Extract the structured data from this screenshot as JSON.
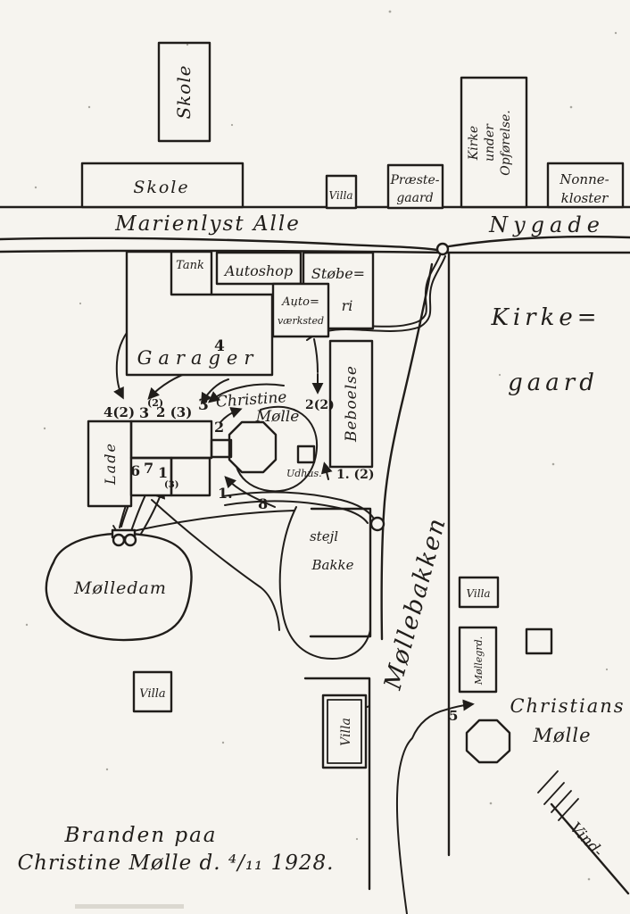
{
  "figure": {
    "caption_line1": "Branden paa",
    "caption_line2": "Christine Mølle d. ⁴/₁₁ 1928."
  },
  "streets": {
    "marienlyst": "Marienlyst  Alle",
    "nygade": "Nygade",
    "moellebakken": "Møllebakken"
  },
  "areas": {
    "kirkegaard_line1": "Kirke=",
    "kirkegaard_line2": "gaard",
    "moelledam": "Mølledam",
    "stejl_line1": "stejl",
    "stejl_line2": "Bakke"
  },
  "buildings": {
    "skole_nord": "Skole",
    "skole": "Skole",
    "villa_marienlyst": "Villa",
    "praestegaard_line1": "Præste-",
    "praestegaard_line2": "gaard",
    "kirke_line1": "Kirke",
    "kirke_line2": "under",
    "kirke_line3": "Opførelse.",
    "nonnekloster_line1": "Nonne-",
    "nonnekloster_line2": "kloster",
    "tank": "Tank",
    "autoshop": "Autoshop",
    "stoeberi_line1": "Støbe=",
    "stoeberi_line2": "ri",
    "autovaerksted_line1": "Auto=",
    "autovaerksted_line2": "værksted",
    "garager": "Garager",
    "beboelse": "Beboelse",
    "lade": "Lade",
    "udhus": "Udhus.",
    "villa_moelledam": "Villa",
    "villa_moellebakken": "Villa",
    "villa_kirkegaard": "Villa",
    "moellegaard": "Møllegrd.",
    "christians_line1": "Christians",
    "christians_line2": "Mølle",
    "mill_line1": "Christine",
    "mill_line2": "Mølle"
  },
  "annotations": {
    "hose4": "4",
    "pos4_2": "4(2)",
    "pos3": "3",
    "pos3_sup": "(2)",
    "pos2_3": "2 (3)",
    "pos3b": "3",
    "pos2": "2",
    "pos2_2": "2(2)",
    "pos1_2": "1. (2)",
    "pos6": "6",
    "pos7": "7",
    "pos1": "1",
    "pos1_sub": "(3)",
    "pos1dot": "1.",
    "hose8": "8",
    "hose5": "5",
    "wind": "Vind-"
  },
  "colors": {
    "paper": "#f6f4ef",
    "ink": "#201d1a"
  }
}
